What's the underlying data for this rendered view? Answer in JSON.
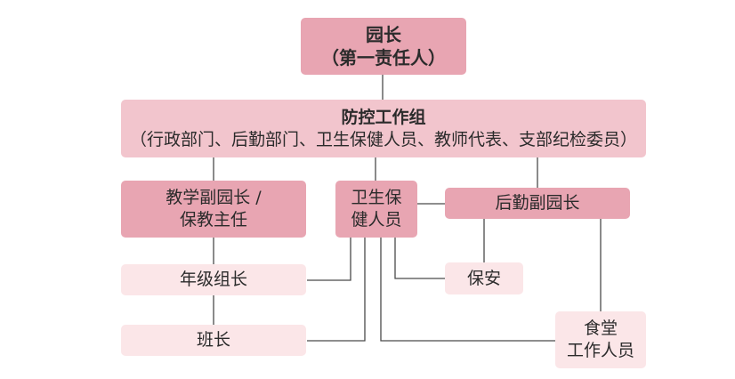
{
  "nodes": {
    "principal": {
      "line1": "园长",
      "line2": "（第一责任人）"
    },
    "prevention_group": {
      "line1": "防控工作组",
      "line2": "（行政部门、后勤部门、卫生保健人员、教师代表、支部纪检委员）"
    },
    "teaching_vp": {
      "line1": "教学副园长 /",
      "line2": "保教主任"
    },
    "health_staff": {
      "line1": "卫生保",
      "line2": "健人员"
    },
    "logistics_vp": {
      "label": "后勤副园长"
    },
    "grade_leader": {
      "label": "年级组长"
    },
    "security": {
      "label": "保安"
    },
    "class_leader": {
      "label": "班长"
    },
    "canteen_staff": {
      "line1": "食堂",
      "line2": "工作人员"
    }
  },
  "colors": {
    "dark": "#e8a5b2",
    "mid": "#f2c5cd",
    "light": "#fbe6e8",
    "line": "#4a4a4a"
  }
}
